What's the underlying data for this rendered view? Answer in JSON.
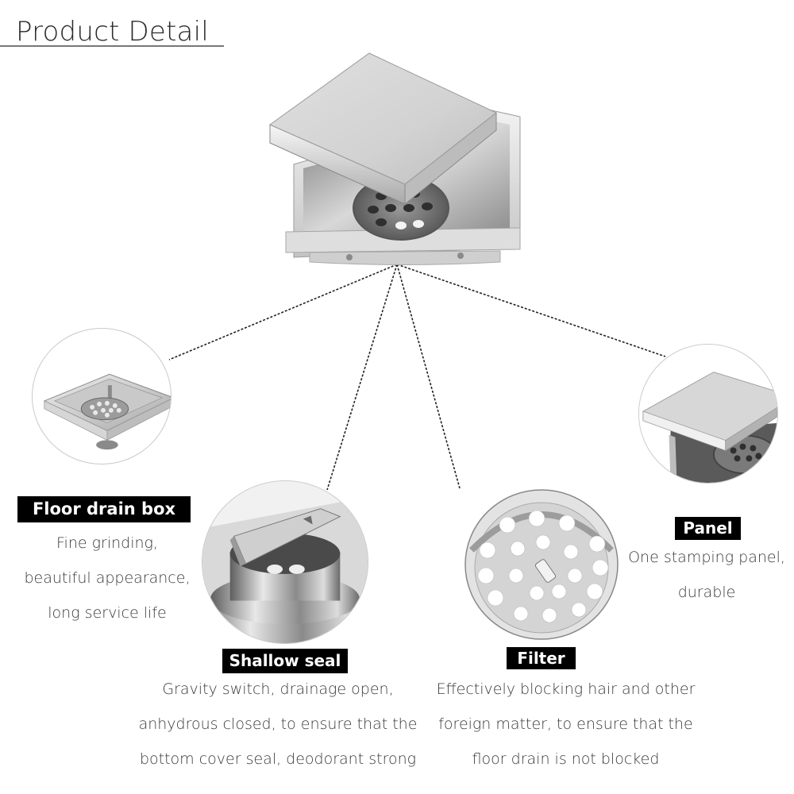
{
  "page": {
    "title": "Product Detail"
  },
  "hero": {
    "name": "Square stainless steel floor drain with panel lifted"
  },
  "features": [
    {
      "id": "floor-drain-box",
      "label": "Floor drain box",
      "description": [
        "Fine grinding,",
        "beautiful appearance,",
        "long service life"
      ]
    },
    {
      "id": "shallow-seal",
      "label": "Shallow seal",
      "description": [
        "Gravity switch, drainage open,",
        "anhydrous closed, to ensure that the",
        "bottom cover seal, deodorant strong"
      ]
    },
    {
      "id": "filter",
      "label": "Filter",
      "description": [
        "Effectively blocking hair and other",
        "foreign matter, to ensure that the",
        "floor drain is not blocked"
      ]
    },
    {
      "id": "panel",
      "label": "Panel",
      "description": [
        "One stamping panel,",
        "durable"
      ]
    }
  ],
  "colors": {
    "label_bg": "#000000",
    "label_text": "#ffffff",
    "body_text": "#3a3a3a",
    "steel_light": "#e6e6e6",
    "steel_mid": "#b5b5b5",
    "steel_dark": "#6e6e6e"
  }
}
